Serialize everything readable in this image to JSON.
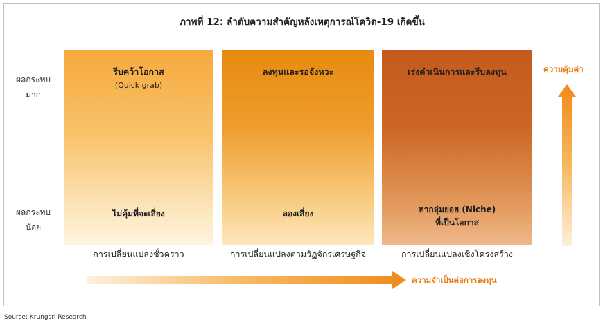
{
  "title": "ภาพที่ 12: ลำดับความสำคัญหลังเหตุการณ์โควิด-19 เกิดขึ้น",
  "rows": {
    "high": [
      "ผลกระทบ",
      "มาก"
    ],
    "low": [
      "ผลกระทบ",
      "น้อย"
    ]
  },
  "panels": [
    {
      "top": "รีบคว้าโอกาส",
      "top_sub": "(Quick grab)",
      "bottom": [
        "ไม่คุ้มที่จะเสี่ยง"
      ],
      "column_label": "การเปลี่ยนแปลงชั่วคราว"
    },
    {
      "top": "ลงทุนและรอจังหวะ",
      "top_sub": "",
      "bottom": [
        "ลองเสี่ยง"
      ],
      "column_label": "การเปลี่ยนแปลงตามวัฏจักรเศรษฐกิจ"
    },
    {
      "top": "เร่งดำเนินการและรีบลงทุน",
      "top_sub": "",
      "bottom": [
        "หากลุ่มย่อย (Niche)",
        "ที่เป็นโอกาส"
      ],
      "column_label": "การเปลี่ยนแปลงเชิงโครงสร้าง"
    }
  ],
  "arrows": {
    "horizontal_label": "ความจำเป็นต่อการลงทุน",
    "vertical_label": "ความคุ้มค่า"
  },
  "colors": {
    "accent": "#e57a12",
    "panel_1": "#f7a93d",
    "panel_2": "#e88a0f",
    "panel_3": "#c55a1d"
  },
  "source": "Source: Krungsri Research"
}
